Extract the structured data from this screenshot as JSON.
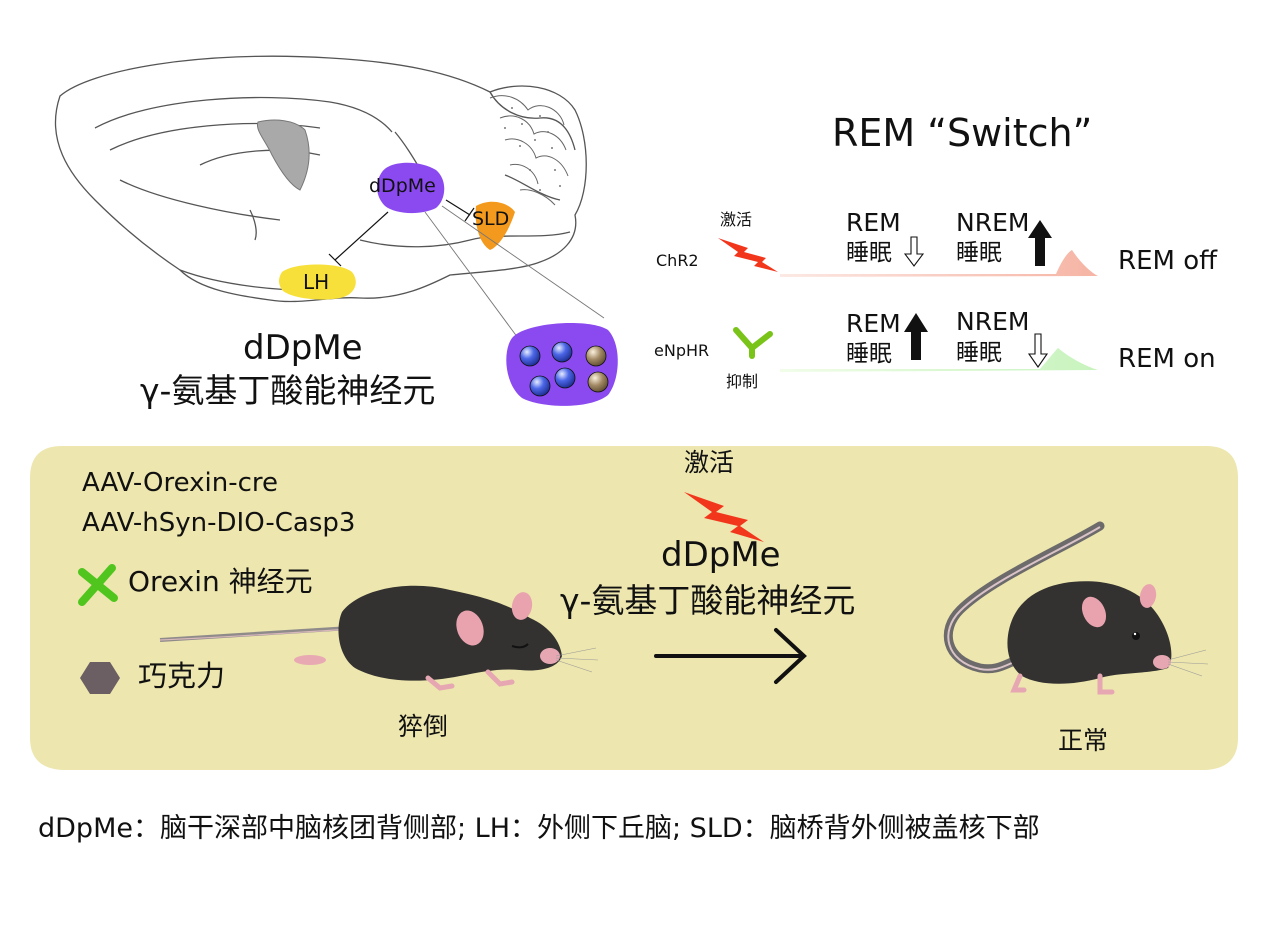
{
  "brain": {
    "region_dDpMe": "dDpMe",
    "region_SLD": "SLD",
    "region_LH": "LH",
    "title_line1": "dDpMe",
    "title_line2": "γ-氨基丁酸能神经元"
  },
  "switch": {
    "title": "REM “Switch”",
    "row1": {
      "method": "ChR2",
      "action": "激活",
      "rem_label": "REM",
      "rem_sub": "睡眠",
      "nrem_label": "NREM",
      "nrem_sub": "睡眠",
      "result": "REM off",
      "color": "#f9c3b6"
    },
    "row2": {
      "method": "eNpHR",
      "action": "抑制",
      "rem_label": "REM",
      "rem_sub": "睡眠",
      "nrem_label": "NREM",
      "nrem_sub": "睡眠",
      "result": "REM on",
      "color": "#cdf5c6"
    }
  },
  "experiment": {
    "virus1": "AAV-Orexin-cre",
    "virus2": "AAV-hSyn-DIO-Casp3",
    "ablation_label": "Orexin 神经元",
    "chocolate_label": "巧克力",
    "activate_label": "激活",
    "target_line1": "dDpMe",
    "target_line2": "γ-氨基丁酸能神经元",
    "before_state": "猝倒",
    "after_state": "正常",
    "panel_color": "#ede6ae"
  },
  "footer": {
    "abbreviations": "dDpMe：脑干深部中脑核团背侧部; LH：外侧下丘脑;  SLD：脑桥背外侧被盖核下部"
  },
  "colors": {
    "purple": "#8a4af0",
    "orange": "#f39a1e",
    "yellow": "#f7e03a",
    "lightning": "#f2361c",
    "green": "#4fc51d",
    "mouse": "#333230"
  }
}
